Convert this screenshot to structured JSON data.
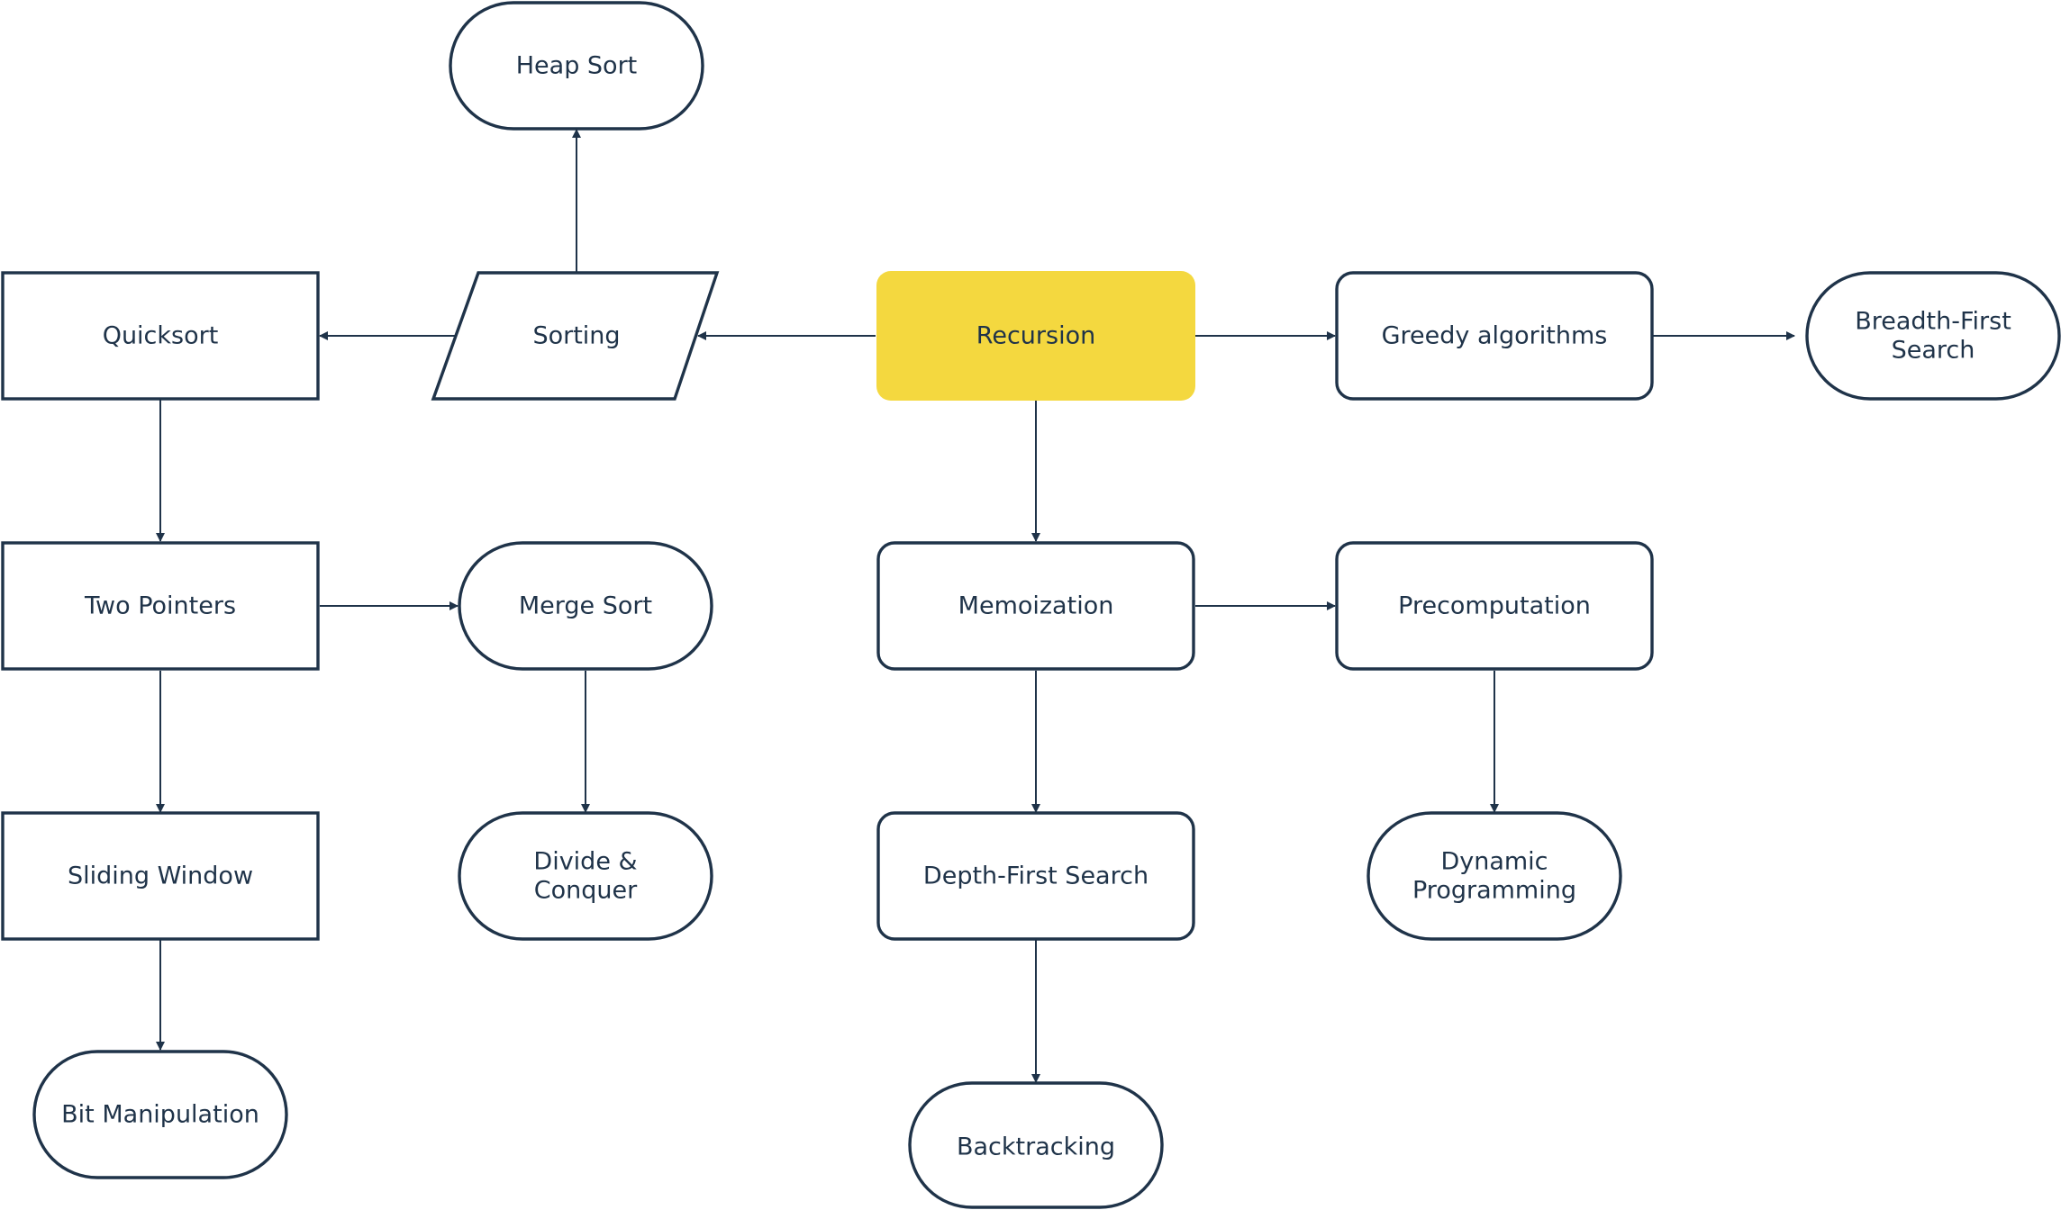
{
  "colors": {
    "stroke": "#1f3349",
    "text": "#1f3349",
    "background": "#ffffff",
    "highlight": "#f4d83f"
  },
  "nodes": {
    "heap_sort": "Heap Sort",
    "quicksort": "Quicksort",
    "sorting": "Sorting",
    "recursion": "Recursion",
    "greedy": "Greedy algorithms",
    "bfs": [
      "Breadth-First",
      "Search"
    ],
    "two_pointers": "Two Pointers",
    "merge_sort": "Merge Sort",
    "memoization": "Memoization",
    "precomputation": "Precomputation",
    "sliding_window": "Sliding Window",
    "divide_conquer": [
      "Divide &",
      "Conquer"
    ],
    "dfs": "Depth-First Search",
    "dynamic_programming": [
      "Dynamic",
      "Programming"
    ],
    "bit_manipulation": "Bit Manipulation",
    "backtracking": "Backtracking"
  },
  "edges": [
    {
      "from": "recursion",
      "to": "sorting"
    },
    {
      "from": "sorting",
      "to": "quicksort"
    },
    {
      "from": "sorting",
      "to": "heap_sort"
    },
    {
      "from": "recursion",
      "to": "greedy"
    },
    {
      "from": "greedy",
      "to": "bfs"
    },
    {
      "from": "recursion",
      "to": "memoization"
    },
    {
      "from": "quicksort",
      "to": "two_pointers"
    },
    {
      "from": "two_pointers",
      "to": "merge_sort"
    },
    {
      "from": "two_pointers",
      "to": "sliding_window"
    },
    {
      "from": "sliding_window",
      "to": "bit_manipulation"
    },
    {
      "from": "merge_sort",
      "to": "divide_conquer"
    },
    {
      "from": "memoization",
      "to": "precomputation"
    },
    {
      "from": "memoization",
      "to": "dfs"
    },
    {
      "from": "dfs",
      "to": "backtracking"
    },
    {
      "from": "precomputation",
      "to": "dynamic_programming"
    }
  ]
}
